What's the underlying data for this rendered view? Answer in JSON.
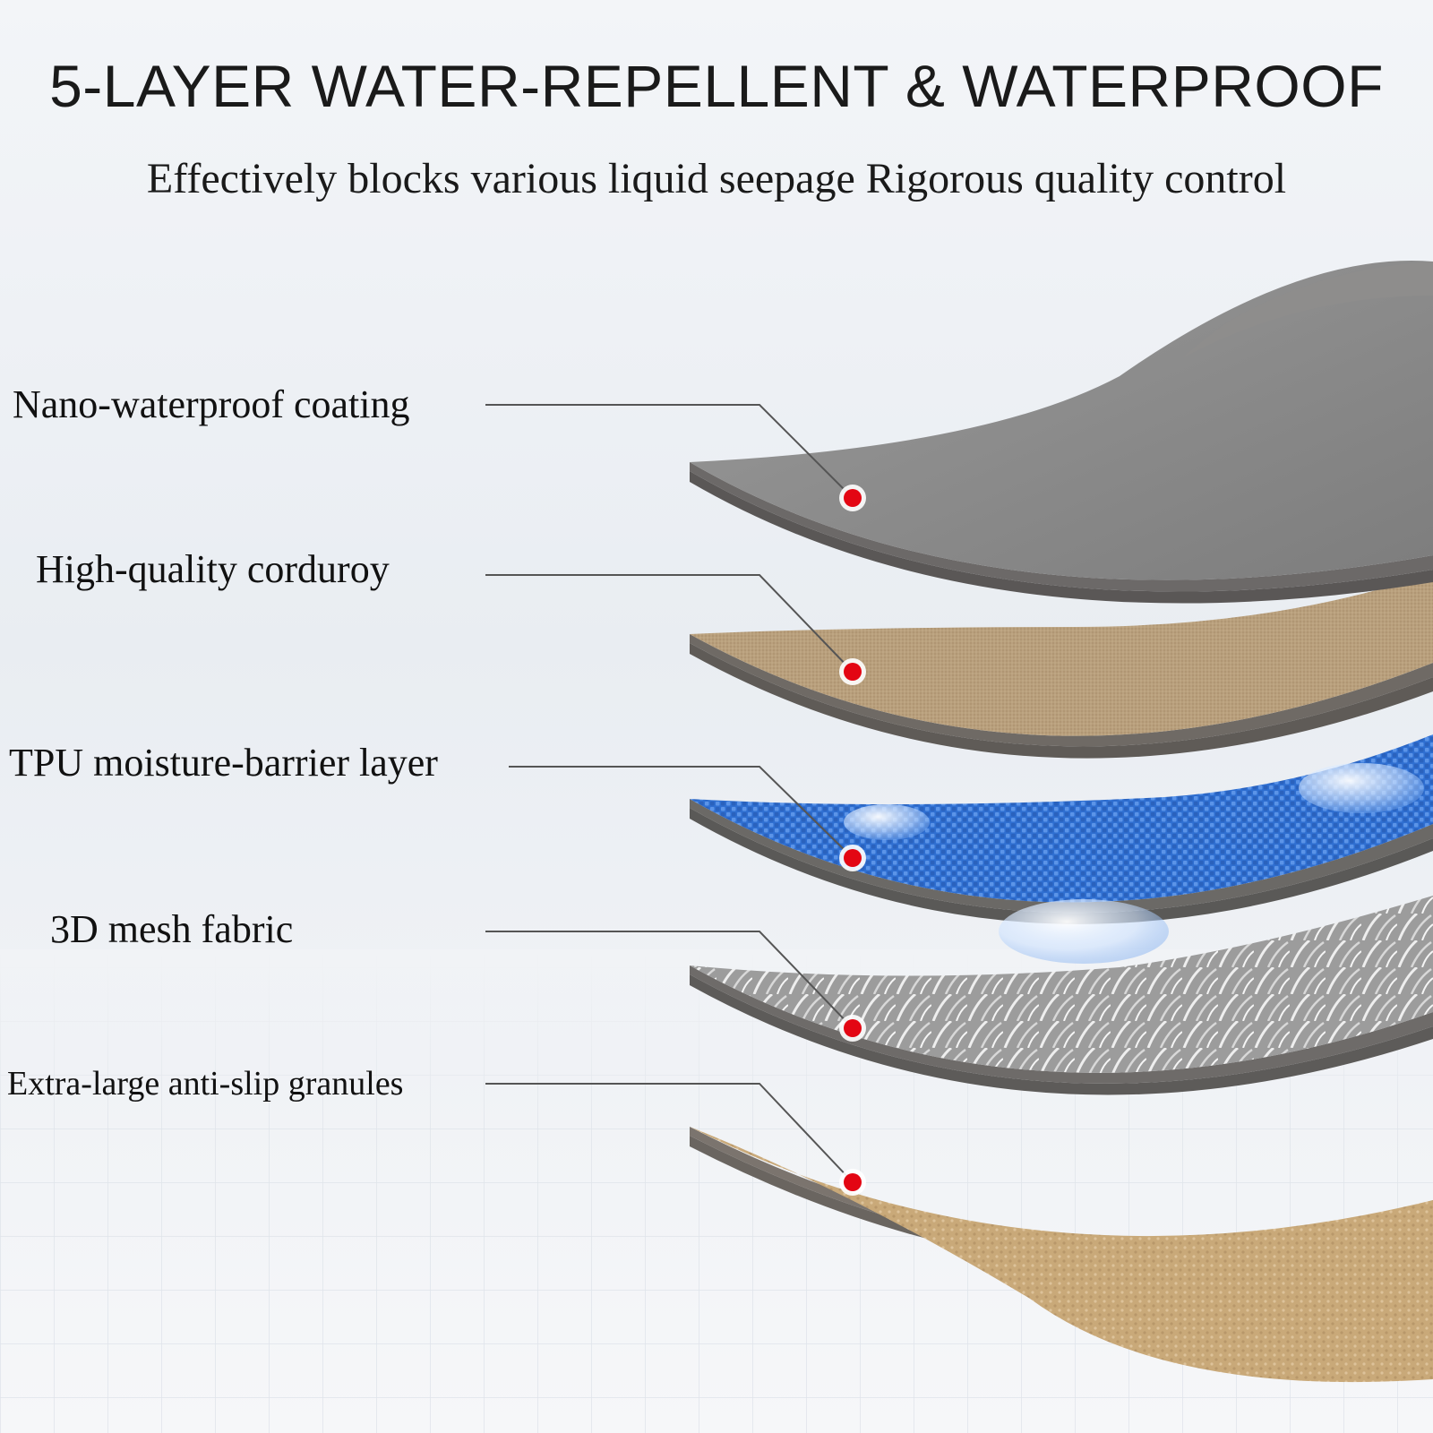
{
  "header": {
    "title": "5-LAYER WATER-REPELLENT & WATERPROOF",
    "subtitle": "Effectively blocks various liquid seepage Rigorous quality control"
  },
  "layers": [
    {
      "label": "Nano-waterproof coating",
      "material": "gray-coating",
      "marker_color": "#e30613"
    },
    {
      "label": "High-quality corduroy",
      "material": "tan-corduroy",
      "marker_color": "#e30613"
    },
    {
      "label": "TPU moisture-barrier layer",
      "material": "blue-tpu",
      "marker_color": "#e30613"
    },
    {
      "label": "3D mesh fabric",
      "material": "gray-white-mesh",
      "marker_color": "#e30613"
    },
    {
      "label": "Extra-large anti-slip granules",
      "material": "tan-granules",
      "marker_color": "#e30613"
    }
  ]
}
